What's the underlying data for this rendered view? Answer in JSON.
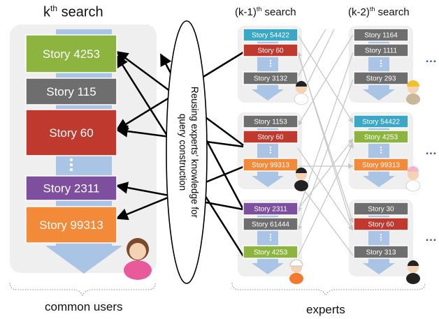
{
  "headings": {
    "k_search": {
      "base": "k",
      "sup": "th",
      "rest": " search"
    },
    "k1_search": {
      "base": "(k-1)",
      "sup": "th",
      "rest": " search"
    },
    "k2_search": {
      "base": "(k-2)",
      "sup": "th",
      "rest": " search"
    }
  },
  "captions": {
    "common_users": "common users",
    "experts": "experts"
  },
  "ellipse_text": [
    "Reusing experts' knowledge for",
    "query construction"
  ],
  "ellipsis": "…",
  "big_column": [
    "Story 4253",
    "Story 115",
    "Story 60",
    "Story 2311",
    "Story 99313"
  ],
  "expert_columns": {
    "k1": [
      [
        "Story 54422",
        "Story 60",
        "Story 3132"
      ],
      [
        "Story 1153",
        "Story 60",
        "Story 99313"
      ],
      [
        "Story 2311",
        "Story 61444",
        "Story 4253"
      ]
    ],
    "k2": [
      [
        "Story 1164",
        "Story 1111",
        "Story 293"
      ],
      [
        "Story 54422",
        "Story 4253",
        "Story 99313"
      ],
      [
        "Story 30",
        "Story 60",
        "Story 313"
      ]
    ]
  },
  "colors": {
    "green": "#8db43e",
    "gray": "#6e6e6e",
    "red": "#c0392f",
    "purple": "#7d4f9e",
    "orange": "#f28a3a",
    "teal": "#3aa7c4",
    "arrow_blue": "#a9c4e4",
    "panel_bg": "#efefef"
  },
  "icons": [
    "common-user-avatar",
    "expert-avatar"
  ]
}
